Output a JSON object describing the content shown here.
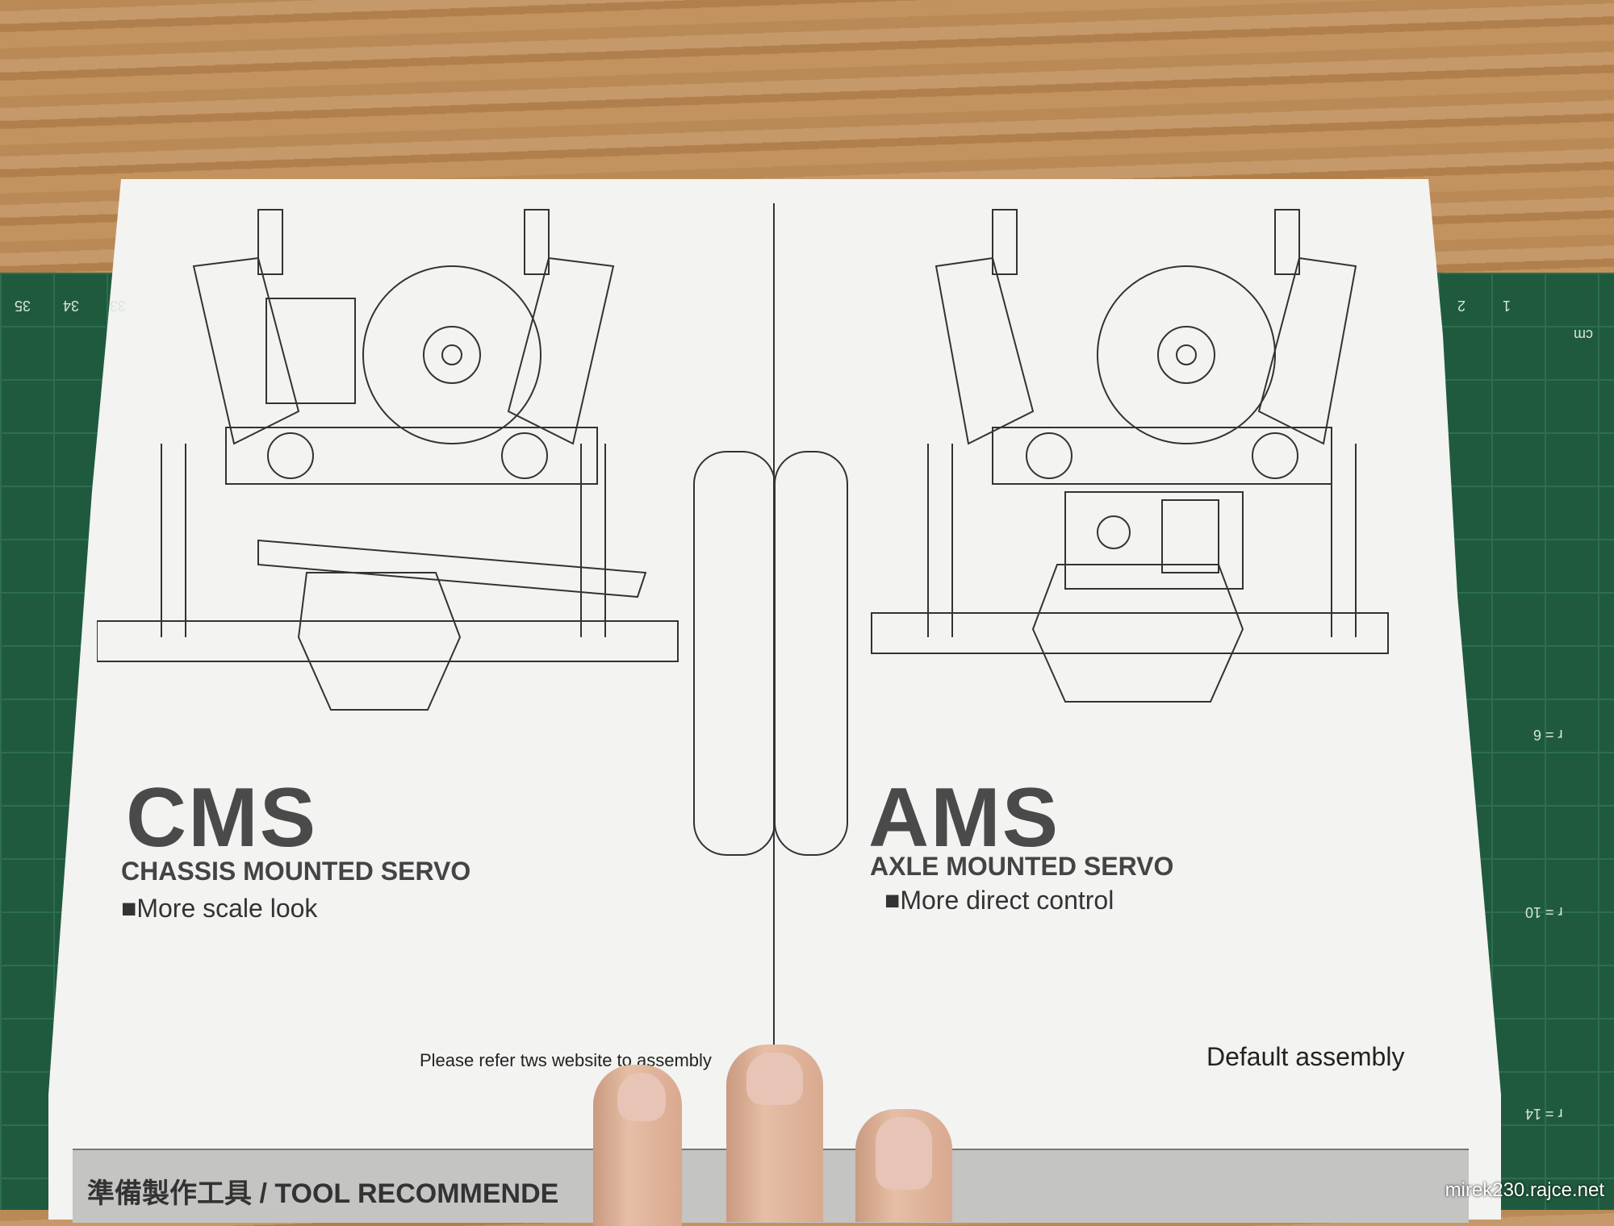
{
  "left": {
    "code": "CMS",
    "subtitle": "CHASSIS MOUNTED SERVO",
    "bullet": "■More scale look",
    "note": "Please refer tws website to assembly"
  },
  "right": {
    "code": "AMS",
    "subtitle": "AXLE MOUNTED SERVO",
    "bullet": "■More direct control",
    "note": "Default assembly"
  },
  "bottom": {
    "title": "準備製作工具 / TOOL RECOMMENDE"
  },
  "mat": {
    "left_numbers": [
      "35",
      "34",
      "33"
    ],
    "right_numbers": [
      "2",
      "1"
    ],
    "unit": "cm",
    "radius_labels": [
      "r = 6",
      "r = 10",
      "r = 14"
    ]
  },
  "watermark": "mirek230.rajce.net"
}
